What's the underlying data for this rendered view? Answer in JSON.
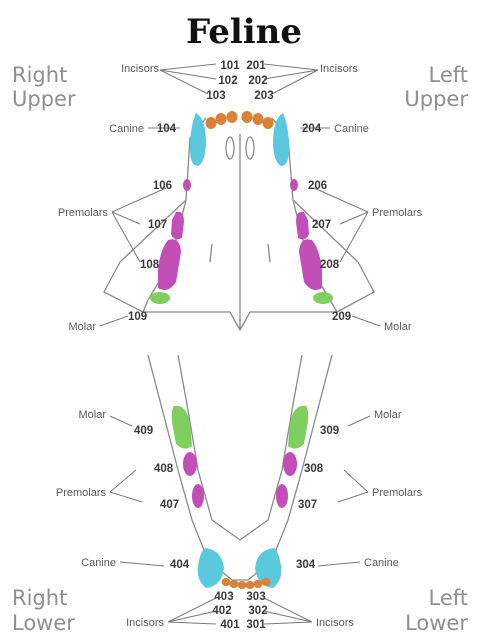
{
  "title": "Feline",
  "quadrants": {
    "right_upper": [
      "Right",
      "Upper"
    ],
    "left_upper": [
      "Left",
      "Upper"
    ],
    "right_lower": [
      "Right",
      "Lower"
    ],
    "left_lower": [
      "Left",
      "Lower"
    ]
  },
  "labels": {
    "incisors": "Incisors",
    "canine": "Canine",
    "premolars": "Premolars",
    "molar": "Molar"
  },
  "teeth": {
    "t101": "101",
    "t102": "102",
    "t103": "103",
    "t104": "104",
    "t106": "106",
    "t107": "107",
    "t108": "108",
    "t109": "109",
    "t201": "201",
    "t202": "202",
    "t203": "203",
    "t204": "204",
    "t206": "206",
    "t207": "207",
    "t208": "208",
    "t209": "209",
    "t301": "301",
    "t302": "302",
    "t303": "303",
    "t304": "304",
    "t307": "307",
    "t308": "308",
    "t309": "309",
    "t401": "401",
    "t402": "402",
    "t403": "403",
    "t404": "404",
    "t407": "407",
    "t408": "408",
    "t409": "409"
  },
  "colors": {
    "incisor": "#d9823a",
    "canine": "#5ac8dd",
    "premolar": "#c24fb8",
    "molar": "#7fce5e"
  }
}
